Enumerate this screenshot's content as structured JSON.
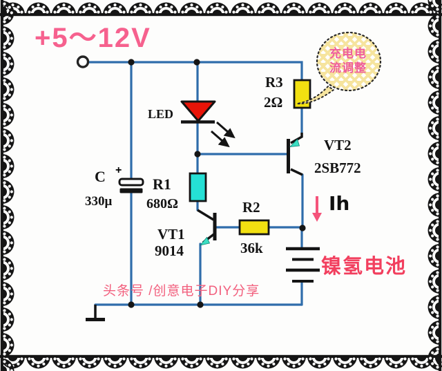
{
  "title": {
    "supply": "+5～12V"
  },
  "bubble": {
    "line1": "充电电",
    "line2": "流调整"
  },
  "components": {
    "led": {
      "label": "LED"
    },
    "c": {
      "name": "C",
      "plus": "+",
      "value": "330μ"
    },
    "r1": {
      "name": "R1",
      "value": "680Ω"
    },
    "r2": {
      "name": "R2",
      "value": "36k"
    },
    "r3": {
      "name": "R3",
      "value": "2Ω"
    },
    "vt1": {
      "name": "VT1",
      "value": "9014"
    },
    "vt2": {
      "name": "VT2",
      "value": "2SB772"
    }
  },
  "battery": {
    "label": "镍氢电池"
  },
  "current": {
    "label": "Ih"
  },
  "watermark": {
    "text": "头条号 /创意电子DIY分享"
  },
  "colors": {
    "wire_blue": "#2f6dab",
    "lace_black": "#151515",
    "led_red": "#e81408",
    "resistor_yellow": "#f2e011",
    "resistor_cyan": "#25e0d5",
    "transistor_arrow_cyan": "#3cdfc3",
    "accent_pink": "#f4537a",
    "title_pink": "#f6618e",
    "battery_text_pink": "#f23f5e",
    "bubble_fill_yellow": "#f6e49e",
    "bubble_text_pink": "#ef5f9b",
    "watermark_pink": "#f2607e"
  }
}
